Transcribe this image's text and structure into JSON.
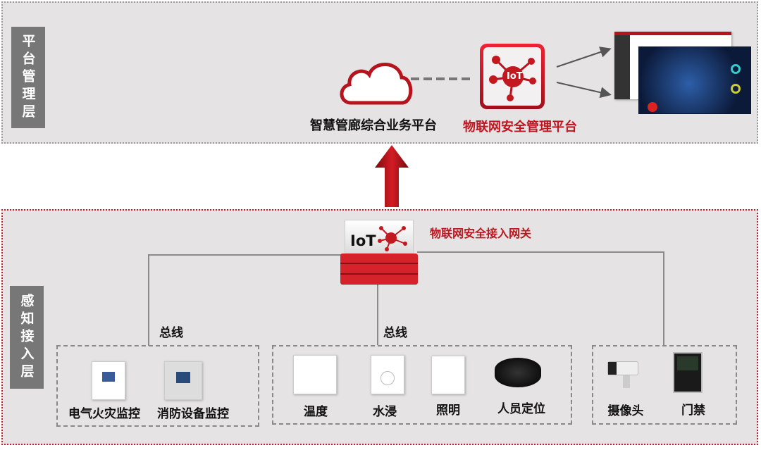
{
  "platform_layer": {
    "label": "平台管理层",
    "business_platform": "智慧管廊综合业务平台",
    "security_platform": "物联网安全管理平台",
    "iot_badge": "IoT"
  },
  "perception_layer": {
    "label": "感知接入层",
    "gateway": "物联网安全接入网关",
    "gateway_badge": "IoT",
    "bus_labels": [
      "总线",
      "总线"
    ],
    "groups": [
      {
        "devices": [
          "电气火灾监控",
          "消防设备监控"
        ]
      },
      {
        "devices": [
          "温度",
          "水浸",
          "照明",
          "人员定位"
        ]
      },
      {
        "devices": [
          "摄像头",
          "门禁"
        ]
      }
    ]
  },
  "colors": {
    "accent": "#c0151f",
    "panel": "#e5e3e4",
    "label_bg": "#777777"
  }
}
